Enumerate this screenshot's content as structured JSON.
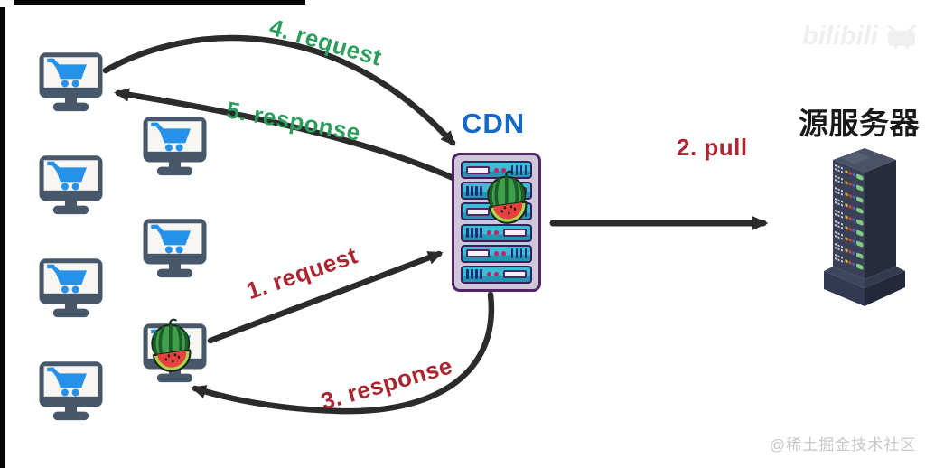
{
  "watermarks": {
    "station_logo": "bilibili",
    "community": "@稀土掘金技术社区"
  },
  "nodes": {
    "cdn": {
      "label": "CDN",
      "label_color": "#1269c7",
      "icon": "server-rack",
      "slot_count": 6,
      "cached_item_icon": "watermelon"
    },
    "origin": {
      "label": "源服务器",
      "label_color": "#191919",
      "icon": "isometric-server-tower"
    },
    "clients": {
      "icon": "monitor-with-shopping-cart",
      "count": 7,
      "watermelon_client": "bottom-middle client showing watermelon"
    }
  },
  "flows": {
    "step1": {
      "label": "1. request",
      "color": "#ab2630",
      "from": "client",
      "to": "cdn"
    },
    "step2": {
      "label": "2. pull",
      "color": "#ab2630",
      "from": "cdn",
      "to": "origin"
    },
    "step3": {
      "label": "3. response",
      "color": "#ab2630",
      "from": "cdn",
      "to": "client"
    },
    "step4": {
      "label": "4. request",
      "color": "#2b9e5e",
      "from": "client",
      "to": "cdn"
    },
    "step5": {
      "label": "5. response",
      "color": "#2b9e5e",
      "from": "cdn",
      "to": "client"
    }
  },
  "colors": {
    "background": "#ffffff",
    "arrow": "#2b2b2b",
    "cart_blue": "#2691e8",
    "monitor_frame": "#46586a",
    "rack_body": "#cfc6da",
    "rack_border": "#512566",
    "slot_cyan": "#3cbdd4",
    "melon_green": "#3f9e4a",
    "melon_flesh_red": "#e8413e"
  }
}
